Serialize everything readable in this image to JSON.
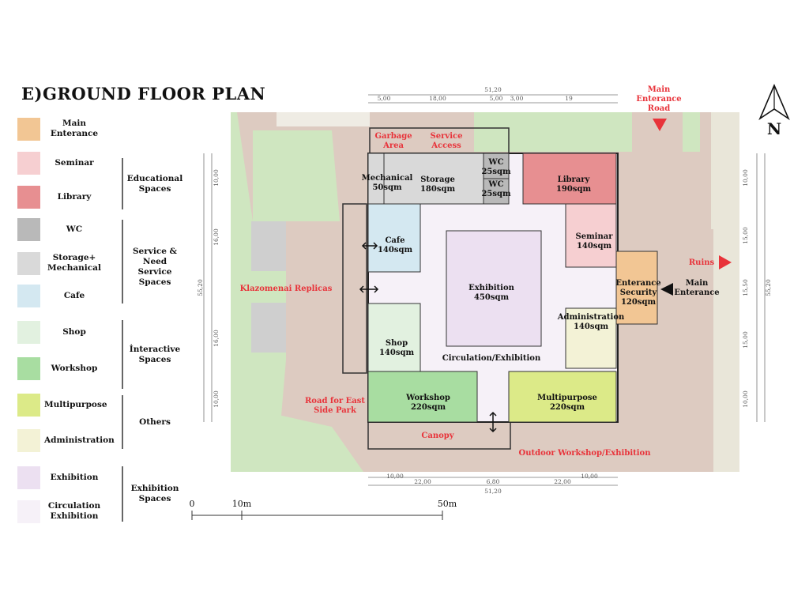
{
  "title": "E)GROUND FLOOR PLAN",
  "north": "N",
  "legend": [
    {
      "label": "Main\nEnterance",
      "color": "#f2c694"
    },
    {
      "label": "Seminar",
      "color": "#f6cfd1"
    },
    {
      "label": "Library",
      "color": "#e78f91"
    },
    {
      "label": "WC",
      "color": "#b9b9b9"
    },
    {
      "label": "Storage+\nMechanical",
      "color": "#d9d9d9"
    },
    {
      "label": "Cafe",
      "color": "#d4e8f1"
    },
    {
      "label": "Shop",
      "color": "#e2f1e0"
    },
    {
      "label": "Workshop",
      "color": "#a8dda1"
    },
    {
      "label": "Multipurpose",
      "color": "#dcea88"
    },
    {
      "label": "Administration",
      "color": "#f3f2d6"
    },
    {
      "label": "Exhibition",
      "color": "#ece0f1"
    },
    {
      "label": "Circulation\nExhibition",
      "color": "#f6f1f8"
    }
  ],
  "groups": [
    "Educational\nSpaces",
    "Service &\nNeed Service\nSpaces",
    "İnteractive\nSpaces",
    "Others",
    "Exhibition\nSpaces"
  ],
  "rooms": {
    "mechanical": "Mechanical\n50sqm",
    "storage": "Storage\n180sqm",
    "wc1": "WC\n25sqm",
    "wc2": "WC\n25sqm",
    "library": "Library\n190sqm",
    "cafe": "Cafe\n140sqm",
    "seminar": "Seminar\n140sqm",
    "exhibition": "Exhibition\n450sqm",
    "entrance_security": "Enterance\nSecurity\n120sqm",
    "administration": "Administration\n140sqm",
    "shop": "Shop\n140sqm",
    "circulation": "Circulation/Exhibition",
    "workshop": "Workshop\n220sqm",
    "multipurpose": "Multipurpose\n220sqm"
  },
  "site_labels": {
    "garbage": "Garbage\nArea",
    "service": "Service\nAccess",
    "main_road": "Main\nEnterance\nRoad",
    "ruins": "Ruins",
    "main_entrance": "Main\nEnterance",
    "replicas": "Klazomenai Replicas",
    "road_east": "Road for East\nSide Park",
    "canopy": "Canopy",
    "outdoor": "Outdoor Workshop/Exhibition"
  },
  "dims": {
    "top_total": "51,20",
    "top": [
      "5,00",
      "18,00",
      "5,00",
      "3,00",
      "19"
    ],
    "bottom_total": "51,20",
    "bottom": [
      "22,00",
      "6,80",
      "22,00"
    ],
    "bottom_small": [
      "10,00",
      "10,00"
    ],
    "left_total": "55,20",
    "left": [
      "10,00",
      "16,00",
      "16,00",
      "10,00"
    ],
    "right_total": "55,20",
    "right": [
      "10,00",
      "15,00",
      "15,50",
      "15,00",
      "10,00"
    ]
  },
  "scale": {
    "labels": [
      "0",
      "10m",
      "50m"
    ]
  },
  "colors": {
    "label_red": "#e8333a",
    "site_brown": "#ddcbc1",
    "grass": "#cfe6c0"
  }
}
